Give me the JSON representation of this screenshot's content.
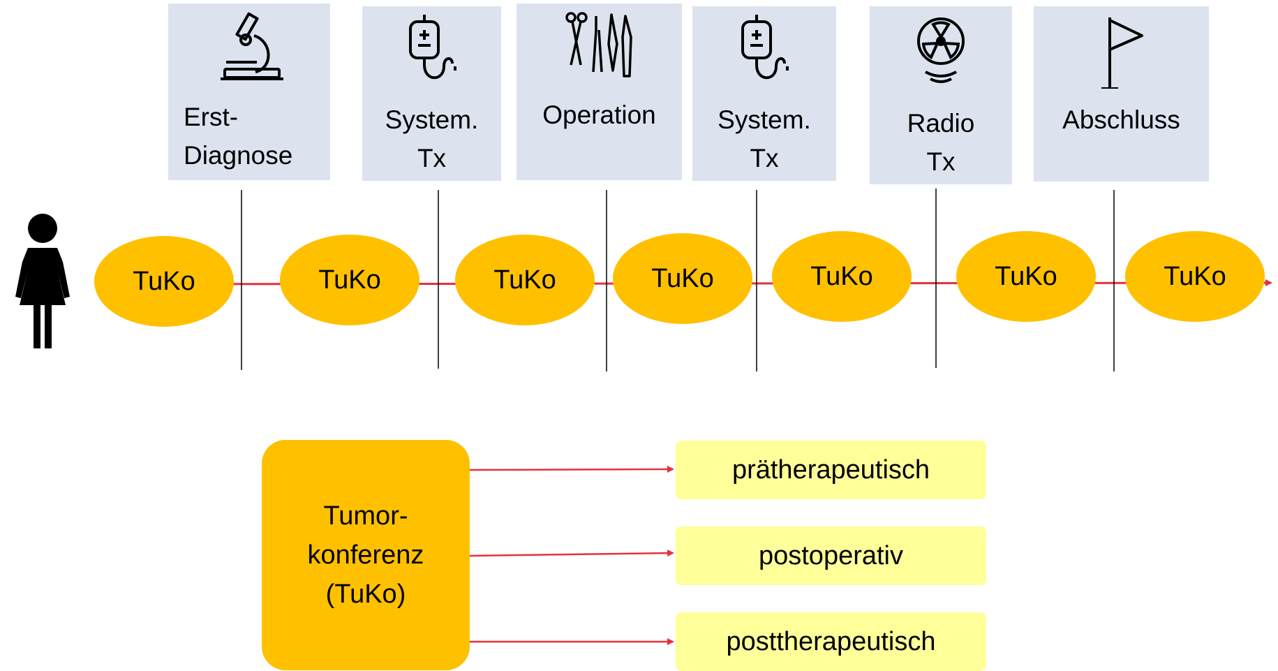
{
  "stages": [
    {
      "id": "erst-diagnose",
      "line1": "Erst-",
      "line2": "Diagnose",
      "icon": "microscope-icon"
    },
    {
      "id": "system-tx-1",
      "line1": "System.",
      "line2": "Tx",
      "icon": "iv-drip-icon"
    },
    {
      "id": "operation",
      "line1": "Operation",
      "line2": "",
      "icon": "surgical-instruments-icon"
    },
    {
      "id": "system-tx-2",
      "line1": "System.",
      "line2": "Tx",
      "icon": "iv-drip-icon"
    },
    {
      "id": "radio-tx",
      "line1": "Radio",
      "line2": "Tx",
      "icon": "radiation-icon"
    },
    {
      "id": "abschluss",
      "line1": "Abschluss",
      "line2": "",
      "icon": "flag-icon"
    }
  ],
  "tuko_label": "TuKo",
  "tumorkonferenz": {
    "line1": "Tumor-",
    "line2": "konferenz",
    "line3": "(TuKo)"
  },
  "types": [
    "prätherapeutisch",
    "postoperativ",
    "posttherapeutisch"
  ],
  "colors": {
    "stage_bg": "#dce3ef",
    "tuko": "#ffc000",
    "type_bg": "#ffff99",
    "arrow": "#e8303a"
  },
  "person_icon": "woman-icon"
}
